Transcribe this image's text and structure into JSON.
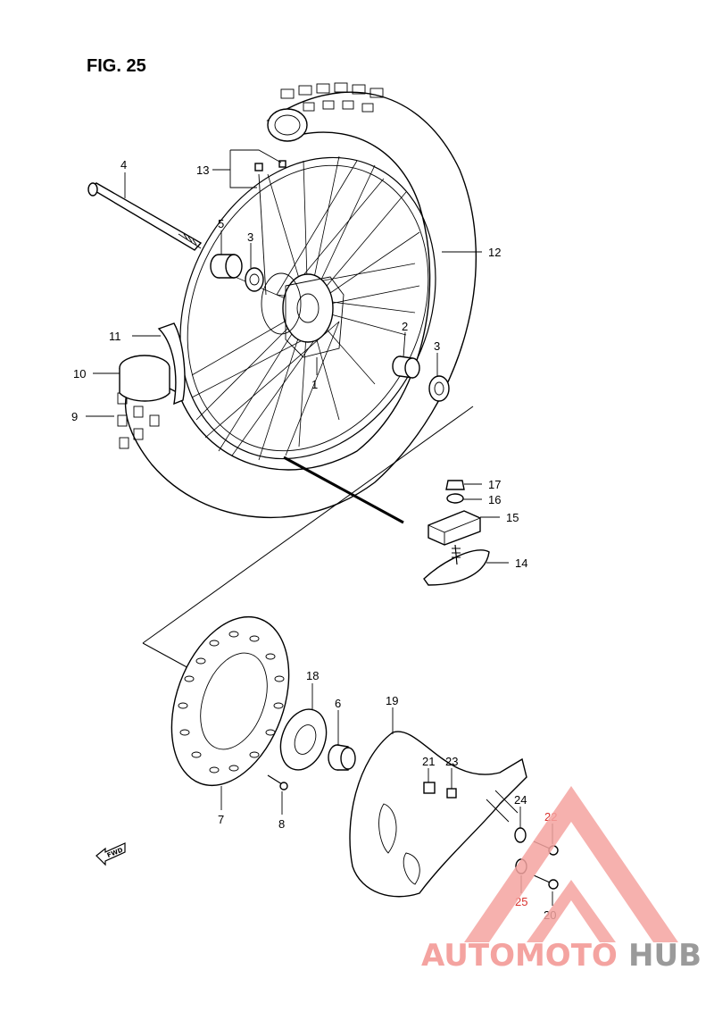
{
  "figure": {
    "title": "FIG. 25"
  },
  "parts": [
    {
      "id": "1",
      "label": "1"
    },
    {
      "id": "2",
      "label": "2"
    },
    {
      "id": "3a",
      "label": "3"
    },
    {
      "id": "3b",
      "label": "3"
    },
    {
      "id": "4",
      "label": "4"
    },
    {
      "id": "5",
      "label": "5"
    },
    {
      "id": "6",
      "label": "6"
    },
    {
      "id": "7",
      "label": "7"
    },
    {
      "id": "8",
      "label": "8"
    },
    {
      "id": "9",
      "label": "9"
    },
    {
      "id": "10",
      "label": "10"
    },
    {
      "id": "11",
      "label": "11"
    },
    {
      "id": "12",
      "label": "12"
    },
    {
      "id": "13",
      "label": "13"
    },
    {
      "id": "14",
      "label": "14"
    },
    {
      "id": "15",
      "label": "15"
    },
    {
      "id": "16",
      "label": "16"
    },
    {
      "id": "17",
      "label": "17"
    },
    {
      "id": "18",
      "label": "18"
    },
    {
      "id": "19",
      "label": "19"
    },
    {
      "id": "20",
      "label": "20"
    },
    {
      "id": "21",
      "label": "21"
    },
    {
      "id": "22",
      "label": "22"
    },
    {
      "id": "23",
      "label": "23"
    },
    {
      "id": "24",
      "label": "24"
    },
    {
      "id": "25",
      "label": "25"
    }
  ],
  "fwd_marker": {
    "label": "FWD"
  },
  "watermark": {
    "text_part1": "AUTOMOTO",
    "text_part2": "HUB",
    "color_primary": "#f4a3a0",
    "color_secondary": "#9a9a9a"
  }
}
